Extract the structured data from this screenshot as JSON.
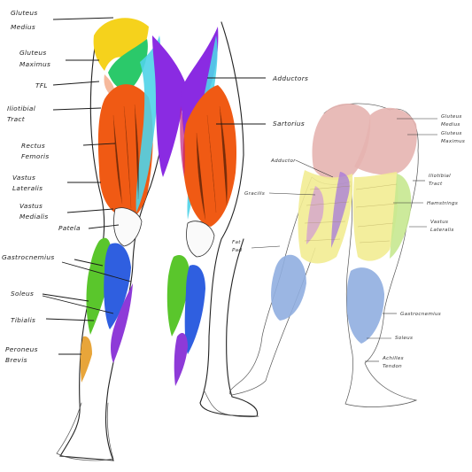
{
  "front_labels": {
    "gluteus_medius": [
      "Gluteus",
      "Medius"
    ],
    "gluteus_maximus": [
      "Gluteus",
      "Maximus"
    ],
    "tfl": "TFL",
    "iliotibial_tract": [
      "Iliotibial",
      "Tract"
    ],
    "rectus_femoris": [
      "Rectus",
      "Femoris"
    ],
    "vastus_lateralis": [
      "Vastus",
      "Lateralis"
    ],
    "vastus_medialis": [
      "Vastus",
      "Medialis"
    ],
    "patela": "Patela",
    "gastrocnemius": "Gastrocnemius",
    "soleus": "Soleus",
    "tibialis": "Tibialis",
    "peroneus_brevis": [
      "Peroneus",
      "Brevis"
    ],
    "adductors": "Adductors",
    "sartorius": "Sartorius"
  },
  "back_labels": {
    "gluteus": [
      "Gluteus",
      "Medius",
      "Gluteus",
      "Maximus"
    ],
    "adductor": "Adductor",
    "iliotibial": [
      "Iliotibial",
      "Tract"
    ],
    "gracilis": "Gracilis",
    "hamstrings": "Hamstrings",
    "fat_pad": [
      "Fat",
      "Pad"
    ],
    "vastus_lateralis": [
      "Vastus",
      "Lateralis"
    ],
    "gastrocnemius": "Gastrocnemius",
    "soleus": "Soleus",
    "achilles": [
      "Achilles",
      "Tendon"
    ]
  },
  "colors": {
    "gluteus_medius": "#f5d21c",
    "gluteus_maximus": "#2bc96a",
    "quad": "#f05a14",
    "adductor": "#8a2be2",
    "sartorius": "#4fd3e8",
    "shin_green": "#5ac62c",
    "calf_blue": "#2f5fe0",
    "calf_purple": "#8e3ad8",
    "back_glute": "#e6b4b0",
    "back_ham": "#f2ec92",
    "back_calf": "#90aee0",
    "back_green": "#c6e890"
  }
}
